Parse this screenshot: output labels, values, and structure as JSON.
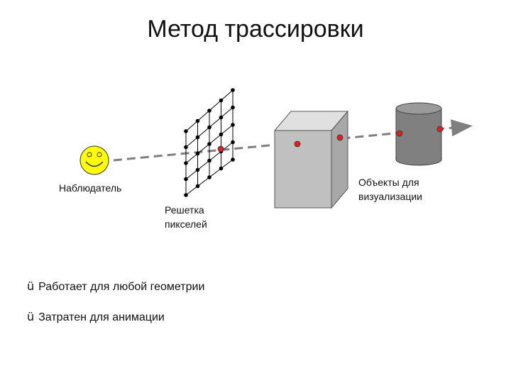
{
  "title": "Метод трассировки",
  "labels": {
    "observer": "Наблюдатель",
    "grid_line1": "Решетка",
    "grid_line2": "пикселей",
    "objects_line1": "Объекты для",
    "objects_line2": "визуализации"
  },
  "bullets": [
    {
      "mark": "ü",
      "text": "Работает для любой геометрии"
    },
    {
      "mark": "ü",
      "text": "Затратен для анимации"
    }
  ],
  "colors": {
    "smiley_fill": "#ffff00",
    "ray": "#7f7f7f",
    "hit_point": "#e02020",
    "box_front": "#c0c0c0",
    "cylinder": "#808080",
    "grid_line": "#000000"
  }
}
